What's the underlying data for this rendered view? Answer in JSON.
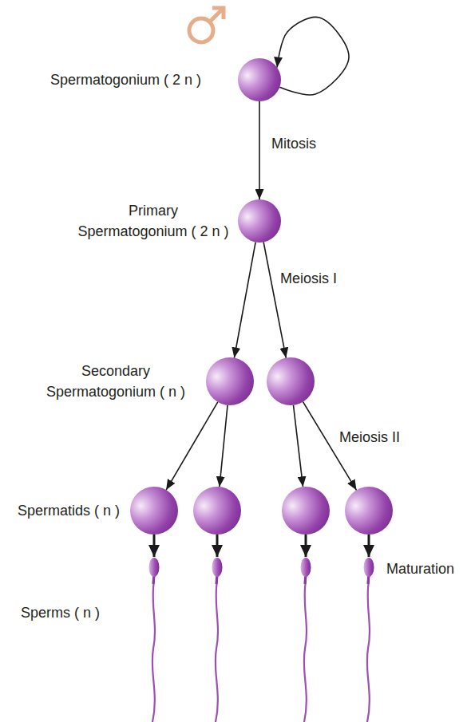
{
  "diagram": {
    "nodes": [
      {
        "text": [
          "Spermatogonium ( 2 n )"
        ]
      },
      {
        "text": [
          "Primary Spermatogonium ( 2 n )"
        ]
      },
      {
        "text": [
          "Secondary Spermatogonium ( n )"
        ]
      },
      {
        "text": []
      },
      {
        "text": [
          "Spermatids ( n )"
        ]
      },
      {
        "text": []
      },
      {
        "text": []
      },
      {
        "text": []
      },
      {
        "text": [
          "Sperms ( n )"
        ]
      },
      {
        "text": []
      },
      {
        "text": []
      },
      {
        "text": []
      }
    ],
    "edges": [
      {
        "from": 0,
        "to": 0,
        "arrow": "to"
      },
      {
        "from": 0,
        "to": 1,
        "label": "Mitosis",
        "arrow": "to"
      },
      {
        "from": 1,
        "to": 2,
        "arrow": "to"
      },
      {
        "from": 1,
        "to": 3,
        "label": "Meiosis I",
        "arrow": "to"
      },
      {
        "from": 2,
        "to": 4,
        "arrow": "to"
      },
      {
        "from": 2,
        "to": 5,
        "arrow": "to"
      },
      {
        "from": 3,
        "to": 6,
        "arrow": "to"
      },
      {
        "from": 3,
        "to": 7,
        "label": "Meiosis II",
        "arrow": "to"
      },
      {
        "from": 4,
        "to": 8,
        "arrow": "to"
      },
      {
        "from": 5,
        "to": 9,
        "arrow": "to"
      },
      {
        "from": 6,
        "to": 10,
        "arrow": "to"
      },
      {
        "from": 7,
        "to": 11,
        "label": "Maturation",
        "arrow": "to"
      }
    ]
  }
}
